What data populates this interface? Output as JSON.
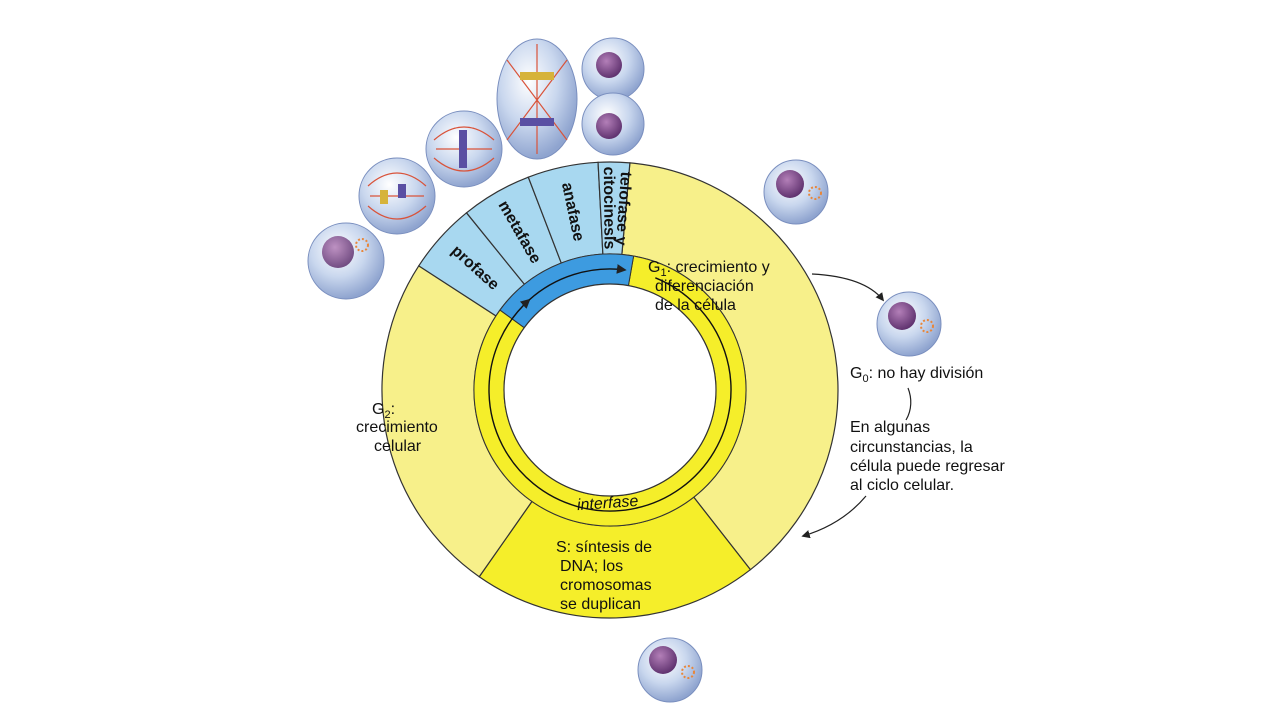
{
  "diagram": {
    "mitosis_phases": [
      "profase",
      "metafase",
      "anafase",
      "telofase y",
      "citocinesis"
    ],
    "g1": {
      "letter": "G",
      "sub": "1",
      "lines": [
        ": crecimiento y",
        "diferenciación",
        "de la célula"
      ]
    },
    "g2": {
      "letter": "G",
      "sub": "2",
      "lines": [
        ":",
        "crecimiento",
        "celular"
      ]
    },
    "s": {
      "lines": [
        "S: síntesis de",
        "DNA; los",
        "cromosomas",
        "se duplican"
      ]
    },
    "g0": {
      "letter": "G",
      "sub": "0",
      "text": ": no hay división"
    },
    "return_note": [
      "En algunas",
      "circunstancias, la",
      "célula puede regresar",
      "al ciclo celular."
    ],
    "interfase_label": "interfase",
    "colors": {
      "interphase_yellow": "#F7F08A",
      "s_phase_yellow": "#F5EE2A",
      "mitosis_blue": "#A8D8F0",
      "inner_blue": "#3D9BE0",
      "inner_yellow": "#F5EE2A",
      "stroke": "#333333"
    }
  }
}
